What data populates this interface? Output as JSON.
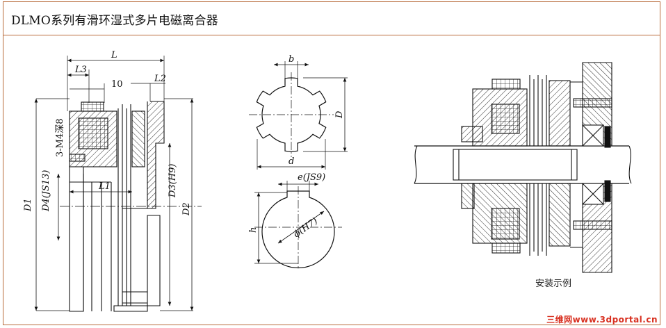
{
  "title": "DLMO系列有滑环湿式多片电磁离合器",
  "side_view_labels": {
    "L": "L",
    "L3": "L3",
    "ten": "10",
    "L2": "L2",
    "L1": "L1",
    "bolt": "3-M4深8",
    "D1": "D1",
    "D2": "D2",
    "D3": "D3(H9)",
    "D4": "D4(JS13)"
  },
  "spline_labels": {
    "b": "b",
    "D": "D",
    "d": "d"
  },
  "keyway_labels": {
    "e": "e(JS9)",
    "h": "h",
    "phi": "ϕ(H7)"
  },
  "install_caption": "安装示例",
  "watermark": "三维网www.3dportal.cn",
  "colors": {
    "frame": "#b86a3a",
    "line": "#111111",
    "watermark": "#d83020"
  }
}
